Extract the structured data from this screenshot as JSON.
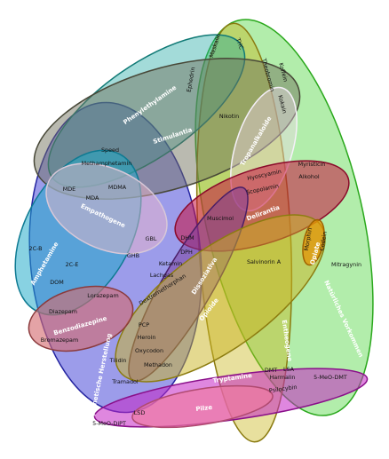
{
  "groups": {
    "phenylethylamine": "Phenylethylamine",
    "stimulantia": "Stimulantia",
    "tropanalkaloide": "Tropanalkaloide",
    "natuerliches_vorkommen": "Natürliches Vorkommen",
    "empathogene": "Empathogene",
    "amphetamine": "Amphetamine",
    "delirantia": "Delirantia",
    "dissoziativa": "Dissoziativa",
    "opiate": "Opiate",
    "opioide": "Opioide",
    "benzodiazepine": "Benzodiazepine",
    "synthetische_herstellung": "Synthetische Herstellung",
    "entheogene": "Entheogene",
    "tryptamine": "Tryptamine",
    "pilze": "Pilze"
  },
  "substances": {
    "meskalin": "Meskalin",
    "thc": "THC",
    "koffein": "Koffein",
    "theobromin": "Theobromin",
    "ephedrin": "Ephedrin",
    "kokain": "Kokain",
    "nikotin": "Nikotin",
    "speed": "Speed",
    "methamphetamin": "Methamphetamin",
    "mde": "MDE",
    "mdma": "MDMA",
    "mda": "MDA",
    "hyoscyamin": "Hyoscyamin",
    "scopolamin": "Scopolamin",
    "myristicin": "Myristicin",
    "alkohol": "Alkohol",
    "muscimol": "Muscimol",
    "gbl": "GBL",
    "ghb": "GHB",
    "cb2": "2C-B",
    "ce2": "2C-E",
    "dom": "DOM",
    "dhm": "DHM",
    "dph": "DPH",
    "ketamin": "Ketamin",
    "lachgas": "Lachgas",
    "dextromethorphan": "Dextromethorphan",
    "morphin": "Morphin",
    "codein": "Codein",
    "salvinorin_a": "Salvinorin A",
    "mitragynin": "Mitragynin",
    "lorazepam": "Lorazepam",
    "diazepam": "Diazepam",
    "bromazepam": "Bromazepam",
    "pcp": "PCP",
    "heroin": "Heroin",
    "oxycodon": "Oxycodon",
    "tilidin": "Tilidin",
    "methadon": "Methadon",
    "tramadol": "Tramadol",
    "dmt": "DMT",
    "lsa": "LSA",
    "harmalin": "Harmalin",
    "psilocybin": "Psilocybin",
    "meo_dmt": "5-MeO-DMT",
    "lsd": "LSD",
    "meo_dipt": "5-MeO-DiPT"
  },
  "colors": {
    "phenylethylamine": "#1aa5a0",
    "stimulantia": "#6f6f5a",
    "natuerliches_vorkommen": "#3ed12e",
    "entheogene": "#c8b418",
    "synthetische_herstellung": "#3a3ad6",
    "amphetamine": "#1aa8c8",
    "empathogene": "#f3b8c8",
    "tropanalkaloide": "#f2d8ee",
    "delirantia": "#c8103e",
    "dissoziativa": "#7a3a9a",
    "opioide": "#c9b422",
    "opiate": "#e59000",
    "benzodiazepine": "#d46a70",
    "tryptamine": "#c424c4",
    "pilze": "#f07aa0"
  }
}
